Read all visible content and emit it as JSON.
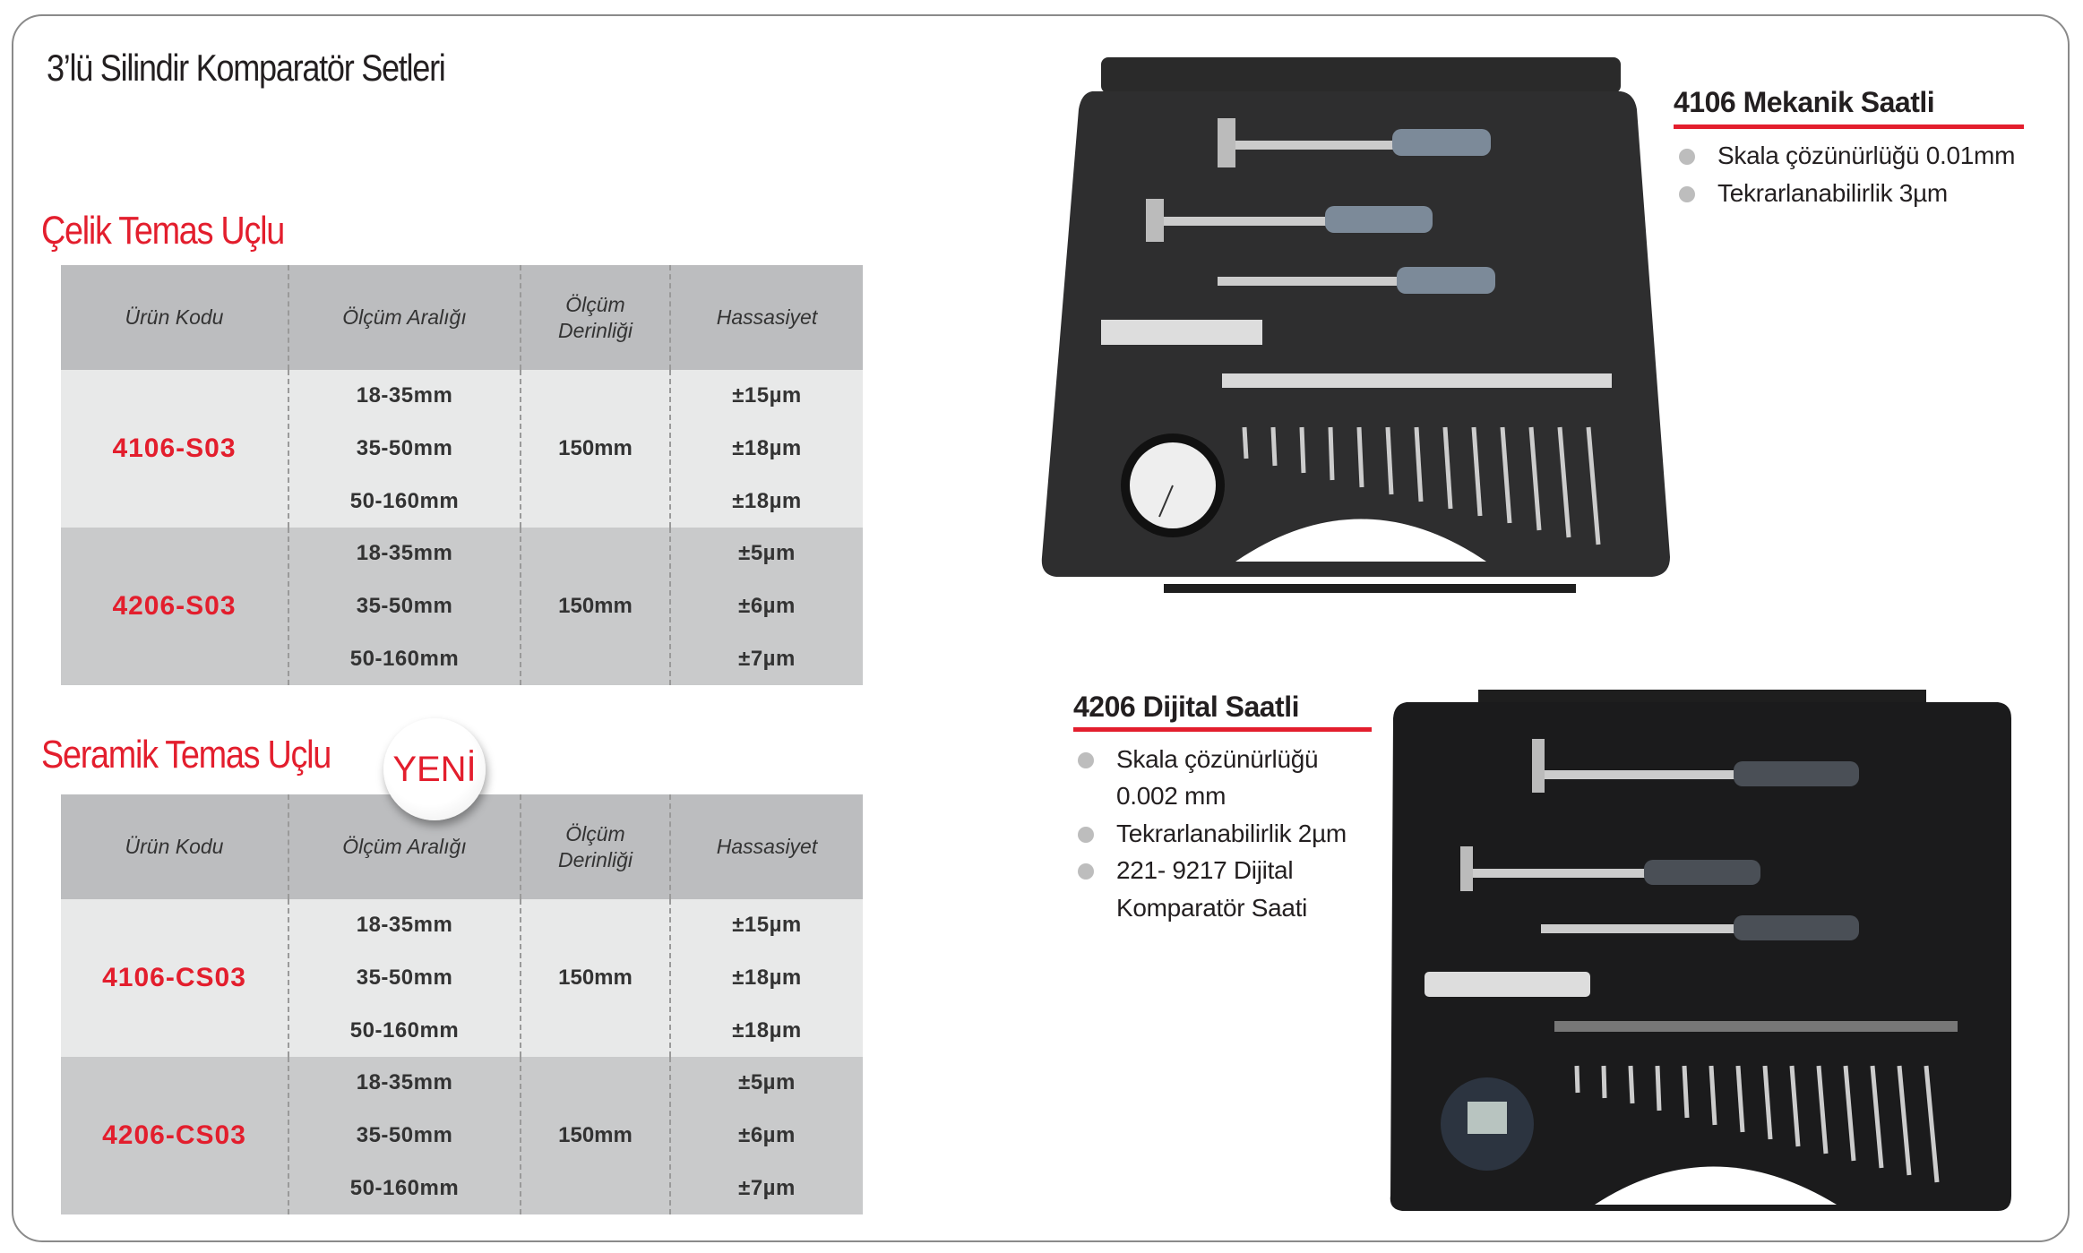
{
  "page_title": "3’lü Silindir Komparatör Setleri",
  "sections": [
    {
      "title": "Çelik Temas Uçlu"
    },
    {
      "title": "Seramik Temas Uçlu",
      "badge": "YENİ"
    }
  ],
  "tables": [
    {
      "headers": [
        "Ürün Kodu",
        "Ölçüm Aralığı",
        "Ölçüm Derinliği",
        "Hassasiyet"
      ],
      "groups": [
        {
          "code": "4106-S03",
          "ranges": [
            "18-35mm",
            "35-50mm",
            "50-160mm"
          ],
          "depth": "150mm",
          "accuracy": [
            "±15µm",
            "±18µm",
            "±18µm"
          ]
        },
        {
          "code": "4206-S03",
          "ranges": [
            "18-35mm",
            "35-50mm",
            "50-160mm"
          ],
          "depth": "150mm",
          "accuracy": [
            "±5µm",
            "±6µm",
            "±7µm"
          ]
        }
      ]
    },
    {
      "headers": [
        "Ürün Kodu",
        "Ölçüm Aralığı",
        "Ölçüm Derinliği",
        "Hassasiyet"
      ],
      "groups": [
        {
          "code": "4106-CS03",
          "ranges": [
            "18-35mm",
            "35-50mm",
            "50-160mm"
          ],
          "depth": "150mm",
          "accuracy": [
            "±15µm",
            "±18µm",
            "±18µm"
          ]
        },
        {
          "code": "4206-CS03",
          "ranges": [
            "18-35mm",
            "35-50mm",
            "50-160mm"
          ],
          "depth": "150mm",
          "accuracy": [
            "±5µm",
            "±6µm",
            "±7µm"
          ]
        }
      ]
    }
  ],
  "products": [
    {
      "title": "4106 Mekanik Saatli",
      "bullets": [
        "Skala çözünürlüğü 0.01mm",
        "Tekrarlanabilirlik 3µm"
      ]
    },
    {
      "title": "4206  Dijital Saatli",
      "bullets": [
        "Skala çözünürlüğü",
        "0.002 mm",
        "Tekrarlanabilirlik 2µm",
        "221- 9217 Dijital",
        "Komparatör Saati"
      ]
    }
  ],
  "colors": {
    "accent": "#e31e2d",
    "header_bg": "#bcbdbf",
    "row_light": "#e8e9e9",
    "row_dark": "#c9cacb"
  }
}
